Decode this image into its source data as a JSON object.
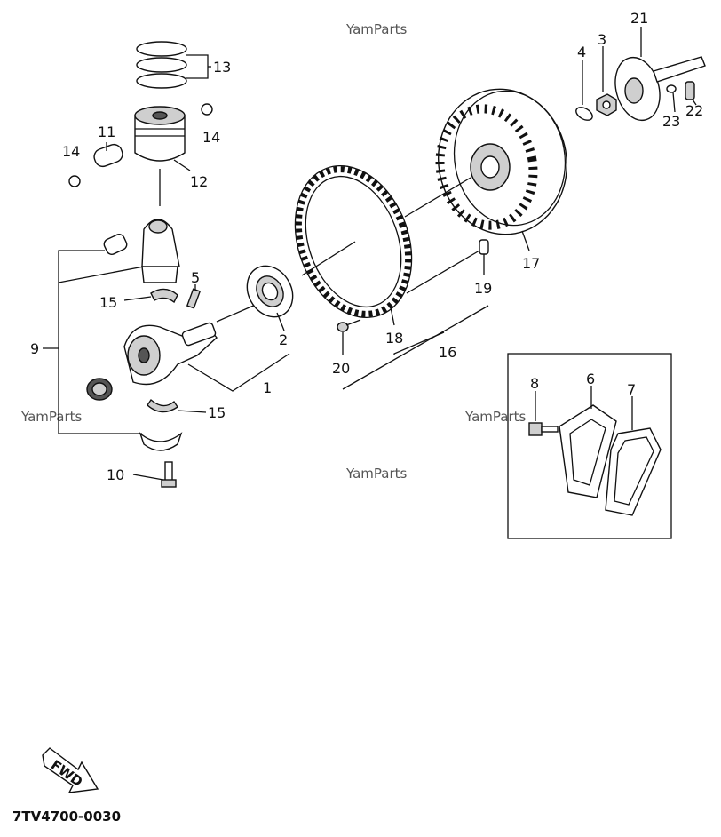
{
  "watermark": "YamParts",
  "diagram_code": "7TV4700-0030",
  "fwd_label": "FWD",
  "callouts": {
    "c1": "1",
    "c2": "2",
    "c3": "3",
    "c4": "4",
    "c5": "5",
    "c6": "6",
    "c7": "7",
    "c8": "8",
    "c9": "9",
    "c10": "10",
    "c11": "11",
    "c12": "12",
    "c13": "13",
    "c14a": "14",
    "c14b": "14",
    "c15a": "15",
    "c15b": "15",
    "c16": "16",
    "c17": "17",
    "c18": "18",
    "c19": "19",
    "c20": "20",
    "c21": "21",
    "c22": "22",
    "c23": "23"
  }
}
